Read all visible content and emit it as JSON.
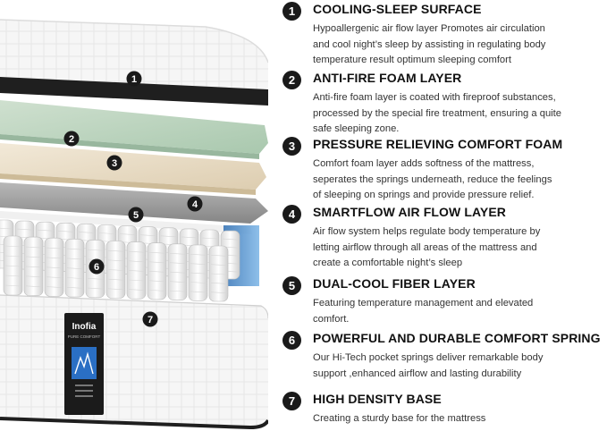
{
  "brand": {
    "logo": "Inofia",
    "subtitle": "PURE COMFORT"
  },
  "colors": {
    "marker_bg": "#1a1a1a",
    "marker_fg": "#ffffff",
    "foam_green": "#b9d4bd",
    "foam_beige": "#e9dcc6",
    "foam_gray": "#9a9a9a",
    "airflow_blue": "#4a8fd0"
  },
  "layers": [
    {
      "number": "1",
      "title": "COOLING-SLEEP SURFACE",
      "lines": [
        "Hypoallergenic air flow layer Promotes air circulation",
        "and cool night’s sleep by assisting in regulating body",
        "temperature result optimum sleeping comfort"
      ]
    },
    {
      "number": "2",
      "title": "ANTI-FIRE FOAM LAYER",
      "lines": [
        "Anti-fire foam layer is coated with fireproof substances,",
        "processed by the special fire treatment, ensuring a quite",
        "safe sleeping zone."
      ]
    },
    {
      "number": "3",
      "title": "PRESSURE RELIEVING COMFORT FOAM",
      "lines": [
        "Comfort foam layer adds softness of the mattress,",
        "seperates the springs underneath, reduce the feelings",
        "of sleeping on springs and provide pressure relief."
      ]
    },
    {
      "number": "4",
      "title": "SMARTFLOW AIR FLOW LAYER",
      "lines": [
        "Air flow system helps regulate body temperature by",
        "letting airflow through all areas of the mattress and",
        "create a comfortable night’s sleep"
      ]
    },
    {
      "number": "5",
      "title": "DUAL-COOL FIBER LAYER",
      "lines": [
        "Featuring temperature management and elevated",
        "comfort."
      ]
    },
    {
      "number": "6",
      "title": "POWERFUL AND DURABLE COMFORT SPRING",
      "lines": [
        "Our Hi-Tech pocket springs deliver remarkable body",
        "support ,enhanced airflow and lasting durability"
      ]
    },
    {
      "number": "7",
      "title": "HIGH DENSITY BASE",
      "lines": [
        "Creating a sturdy base for the mattress"
      ]
    }
  ]
}
